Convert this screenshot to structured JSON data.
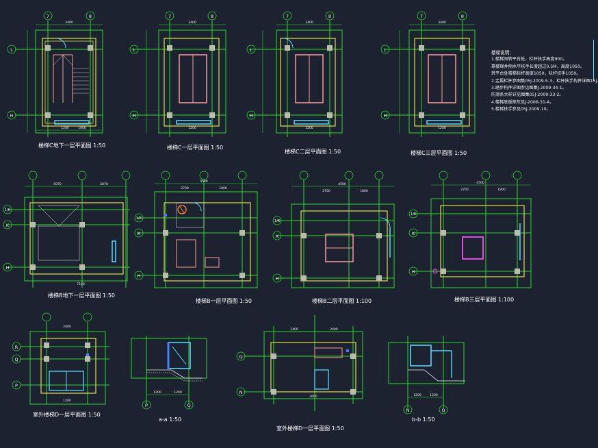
{
  "title_font_color": "#ffffff",
  "notes": {
    "heading": "楼梯说明：",
    "lines": [
      "1.楼梯间转平台处，栏杆扶手高度900。",
      "靠楼梯井侧水平扶手长度超过0.5M，高度1050。",
      "转平台处楼梯栏杆高度1050，栏杆扶手1050。",
      "2.金属栏杆参图集05J-2009-5-3，栏杆扶手构件详图15J。",
      "3.踏步构件详图参见图集J-2009-34-1。",
      "防滑条大样详见图集05J-2009-33-2。",
      "4.楼梯底板抹灰见J-2006-31-A。",
      "5.楼梯扶手参见05J-2009-10。"
    ]
  },
  "colors": {
    "background": "#1d2230",
    "frame": "#2bd92b",
    "wall": "#e4e04a",
    "stair": "#ff9a9a",
    "cyan": "#5ad7ff",
    "text": "#f2f2f2",
    "magenta": "#ff4aff",
    "orange": "#ff8a2a",
    "blue": "#4a7aff"
  },
  "drawings": [
    {
      "id": "p1",
      "title": "楼梯C地下一层平面图",
      "scale": "1:50",
      "grid_top": [
        "7",
        "8"
      ],
      "grid_left": [
        "L",
        "H"
      ],
      "dims_top": [
        "3400"
      ],
      "dims_bottom": [
        "1200",
        "1000"
      ]
    },
    {
      "id": "p2",
      "title": "楼梯C一层平面图",
      "scale": "1:50",
      "grid_top": [
        "7",
        "8"
      ],
      "grid_left": [
        "L",
        "H"
      ],
      "dims_top": [
        "3400"
      ],
      "dims_bottom": [
        "1200"
      ]
    },
    {
      "id": "p3",
      "title": "楼梯C二层平面图",
      "scale": "1:50",
      "grid_top": [
        "7",
        "8"
      ],
      "grid_left": [
        "L",
        "H"
      ],
      "dims_top": [
        "3400"
      ],
      "dims_bottom": [
        "1200"
      ]
    },
    {
      "id": "p4",
      "title": "楼梯C三层平面图",
      "scale": "1:50",
      "grid_top": [
        "7",
        "8"
      ],
      "grid_left": [
        "L",
        "H"
      ],
      "dims_top": [
        "3400"
      ],
      "dims_bottom": [
        "1200"
      ]
    },
    {
      "id": "p5",
      "title": "楼梯B地下一层平面图",
      "scale": "1:50",
      "grid_left": [
        "1/K",
        "K",
        "H"
      ],
      "dims_top": [
        "5070",
        "5070"
      ],
      "dims_bottom": [
        "7100"
      ]
    },
    {
      "id": "p6",
      "title": "楼梯B一层平面图",
      "scale": "1:50",
      "grid_left": [
        "1/K",
        "K",
        "H"
      ],
      "dims_top": [
        "4500"
      ],
      "dims_bottom": [
        "2700",
        "1800"
      ]
    },
    {
      "id": "p7",
      "title": "楼梯B二层平面图",
      "scale": "1:100",
      "grid_left": [
        "1/K",
        "K",
        "H"
      ],
      "dims_top": [
        "4500"
      ],
      "dims_bottom": [
        "2700",
        "1800"
      ]
    },
    {
      "id": "p8",
      "title": "楼梯B三层平面图",
      "scale": "1:100",
      "grid_left": [
        "1/K",
        "K",
        "H"
      ],
      "dims_top": [
        "4500"
      ],
      "dims_bottom": [
        "2700",
        "1800"
      ]
    },
    {
      "id": "p9",
      "title": "室外楼梯D一层平面图",
      "scale": "1:50",
      "grid_left": [
        "R",
        "Q",
        "P"
      ],
      "dims_top": [
        "2400"
      ],
      "dims_bottom": [
        "1200"
      ]
    },
    {
      "id": "s1",
      "title": "a-a",
      "scale": "1:50",
      "grid_bottom": [
        "P",
        "Q"
      ],
      "dims_bottom": [
        "1200",
        "1200"
      ]
    },
    {
      "id": "p10",
      "title": "室外楼梯D一层平面图",
      "scale": "1:50",
      "grid_left": [
        "Q",
        "N"
      ],
      "dims_top": [
        "2400",
        "2400"
      ],
      "dims_bottom": [
        "3600"
      ]
    },
    {
      "id": "s2",
      "title": "b-b",
      "scale": "1:50",
      "grid_bottom": [
        "N",
        "Q"
      ],
      "dims_bottom": [
        "1200",
        "1200"
      ]
    }
  ]
}
